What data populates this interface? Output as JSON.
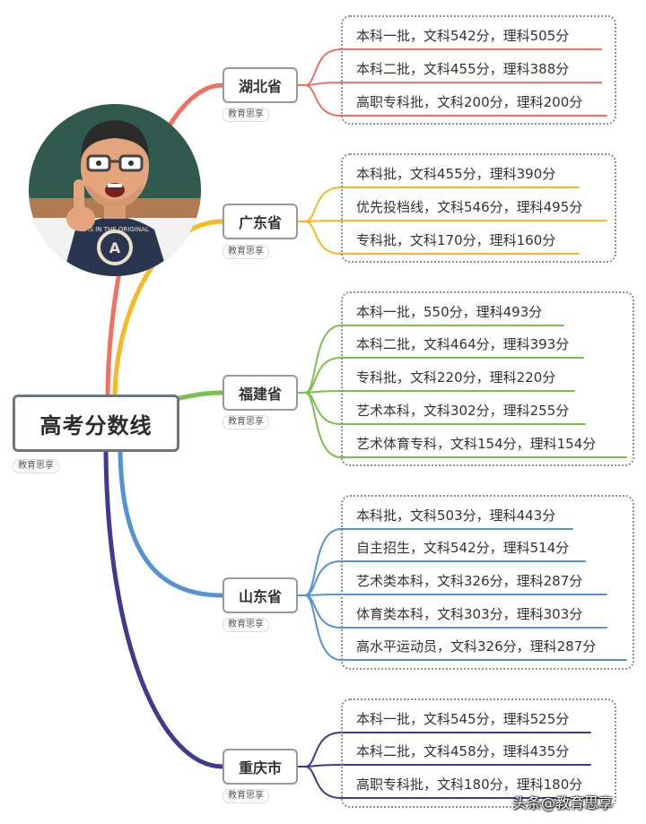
{
  "root": {
    "title": "高考分数线",
    "tag": "教育思享"
  },
  "watermark": "头条@教育思享",
  "provinces": [
    {
      "name": "湖北省",
      "tag": "教育思享",
      "color": "#f07161",
      "items": [
        "本科一批，文科542分，理科505分",
        "本科二批，文科455分，理科388分",
        "高职专科批，文科200分，理科200分"
      ]
    },
    {
      "name": "广东省",
      "tag": "教育思享",
      "color": "#f7b923",
      "items": [
        "本科批，文科455分，理科390分",
        "优先投档线，文科546分，理科495分",
        "专科批，文科170分，理科160分"
      ]
    },
    {
      "name": "福建省",
      "tag": "教育思享",
      "color": "#7ac04f",
      "items": [
        "本科一批，550分，理科493分",
        "本科二批，文科464分，理科393分",
        "专科批，文科220分，理科220分",
        "艺术本科，文科302分，理科255分",
        "艺术体育专科，文科154分，理科154分"
      ]
    },
    {
      "name": "山东省",
      "tag": "教育思享",
      "color": "#5592d4",
      "items": [
        "本科批，文科503分，理科443分",
        "自主招生，文科542分，理科514分",
        "艺术类本科，文科326分，理科287分",
        "体育类本科，文科303分，理科303分",
        "高水平运动员，文科326分，理科287分"
      ]
    },
    {
      "name": "重庆市",
      "tag": "教育思享",
      "color": "#3f3a8f",
      "items": [
        "本科一批，文科545分，理科525分",
        "本科二批，文科458分，理科435分",
        "高职专科批，文科180分，理科180分"
      ]
    }
  ],
  "avatar": {
    "icon": "cartoon-teacher-avatar",
    "shirt_text": "ERS IN THE ORIGINAL"
  }
}
